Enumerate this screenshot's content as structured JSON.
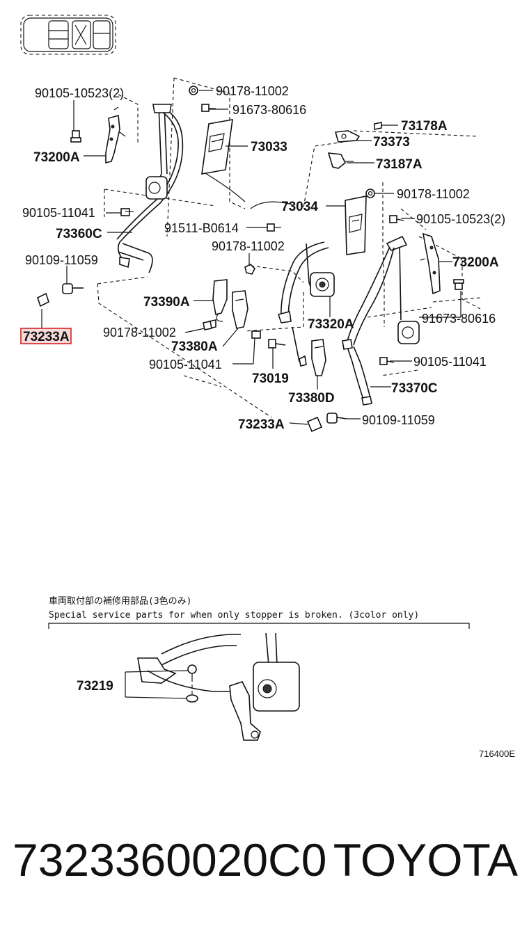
{
  "labels": {
    "l90105_10523_2_left": "90105-10523(2)",
    "l73200A_left": "73200A",
    "l90105_11041_left": "90105-11041",
    "l73360C": "73360C",
    "l90109_11059_left": "90109-11059",
    "l73233A_left": "73233A",
    "l90178_11002_top": "90178-11002",
    "l91673_80616_top": "91673-80616",
    "l73033": "73033",
    "l91511_B0614": "91511-B0614",
    "l90178_11002_mid": "90178-11002",
    "l73390A": "73390A",
    "l90178_11002_low": "90178-11002",
    "l73380A": "73380A",
    "l90105_11041_center": "90105-11041",
    "l73178A": "73178A",
    "l73373": "73373",
    "l73187A": "73187A",
    "l73034": "73034",
    "l90178_11002_right": "90178-11002",
    "l90105_10523_2_right": "90105-10523(2)",
    "l73200A_right": "73200A",
    "l73320A": "73320A",
    "l91673_80616_right": "91673-80616",
    "l90105_11041_right": "90105-11041",
    "l73019": "73019",
    "l73380D": "73380D",
    "l73370C": "73370C",
    "l73233A_bottom": "73233A",
    "l90109_11059_bottom": "90109-11059",
    "l73219": "73219"
  },
  "note": {
    "japanese": "車両取付部の補修用部品(3色のみ)",
    "english": "Special service parts for when only stopper is broken. (3color only)"
  },
  "diagram_code": "716400E",
  "footer": {
    "part_number": "7323360020C0",
    "brand": "TOYOTA"
  },
  "colors": {
    "highlight": "#d63a3a",
    "highlight_fill": "#f6dada"
  },
  "icons": {
    "vehicle_icon": "car-seat-layout-icon"
  }
}
